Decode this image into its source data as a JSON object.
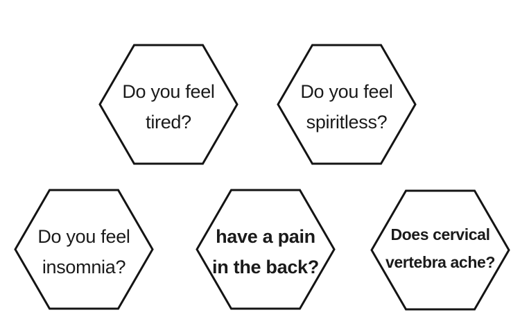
{
  "colors": {
    "background": "#ffffff",
    "outline": "#141414",
    "text": "#1a1a1a"
  },
  "hexagons": [
    {
      "id": "tired",
      "lines": [
        "Do you feel",
        "tired?"
      ],
      "bold": false
    },
    {
      "id": "spiritless",
      "lines": [
        "Do you feel",
        "spiritless?"
      ],
      "bold": false
    },
    {
      "id": "insomnia",
      "lines": [
        "Do you feel",
        "insomnia?"
      ],
      "bold": false
    },
    {
      "id": "back-pain",
      "lines": [
        "have a pain",
        "in the back?"
      ],
      "bold": true
    },
    {
      "id": "cervical",
      "lines": [
        "Does cervical",
        "vertebra ache?"
      ],
      "bold": true
    }
  ]
}
